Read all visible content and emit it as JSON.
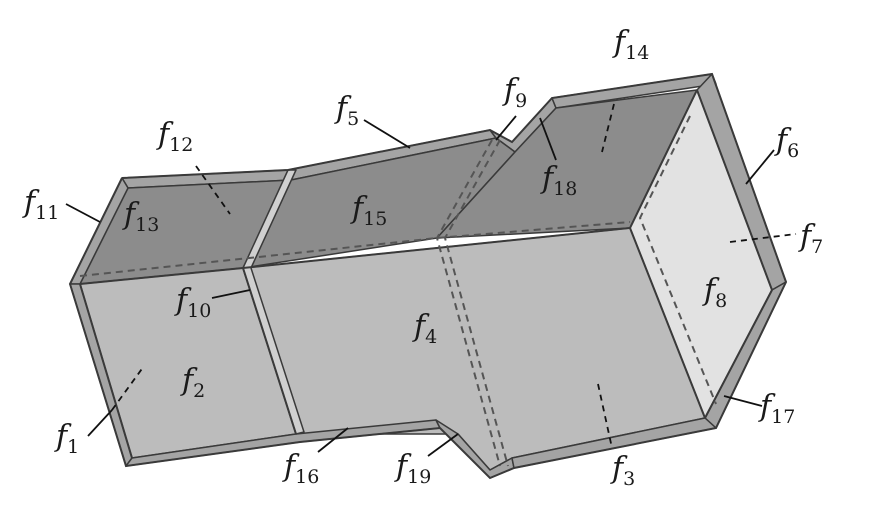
{
  "labels": [
    {
      "id": "f1",
      "base": "f",
      "sub": "1"
    },
    {
      "id": "f2",
      "base": "f",
      "sub": "2"
    },
    {
      "id": "f3",
      "base": "f",
      "sub": "3"
    },
    {
      "id": "f4",
      "base": "f",
      "sub": "4"
    },
    {
      "id": "f5",
      "base": "f",
      "sub": "5"
    },
    {
      "id": "f6",
      "base": "f",
      "sub": "6"
    },
    {
      "id": "f7",
      "base": "f",
      "sub": "7"
    },
    {
      "id": "f8",
      "base": "f",
      "sub": "8"
    },
    {
      "id": "f9",
      "base": "f",
      "sub": "9"
    },
    {
      "id": "f10",
      "base": "f",
      "sub": "10"
    },
    {
      "id": "f11",
      "base": "f",
      "sub": "11"
    },
    {
      "id": "f12",
      "base": "f",
      "sub": "12"
    },
    {
      "id": "f13",
      "base": "f",
      "sub": "13"
    },
    {
      "id": "f14",
      "base": "f",
      "sub": "14"
    },
    {
      "id": "f15",
      "base": "f",
      "sub": "15"
    },
    {
      "id": "f16",
      "base": "f",
      "sub": "16"
    },
    {
      "id": "f17",
      "base": "f",
      "sub": "17"
    },
    {
      "id": "f18",
      "base": "f",
      "sub": "18"
    },
    {
      "id": "f19",
      "base": "f",
      "sub": "19"
    }
  ],
  "colors": {
    "front_face": "#bcbcbc",
    "top_face": "#8c8c8c",
    "end_face": "#e2e2e2",
    "flange": "#a4a4a4",
    "rim": "#d0d0d0"
  }
}
